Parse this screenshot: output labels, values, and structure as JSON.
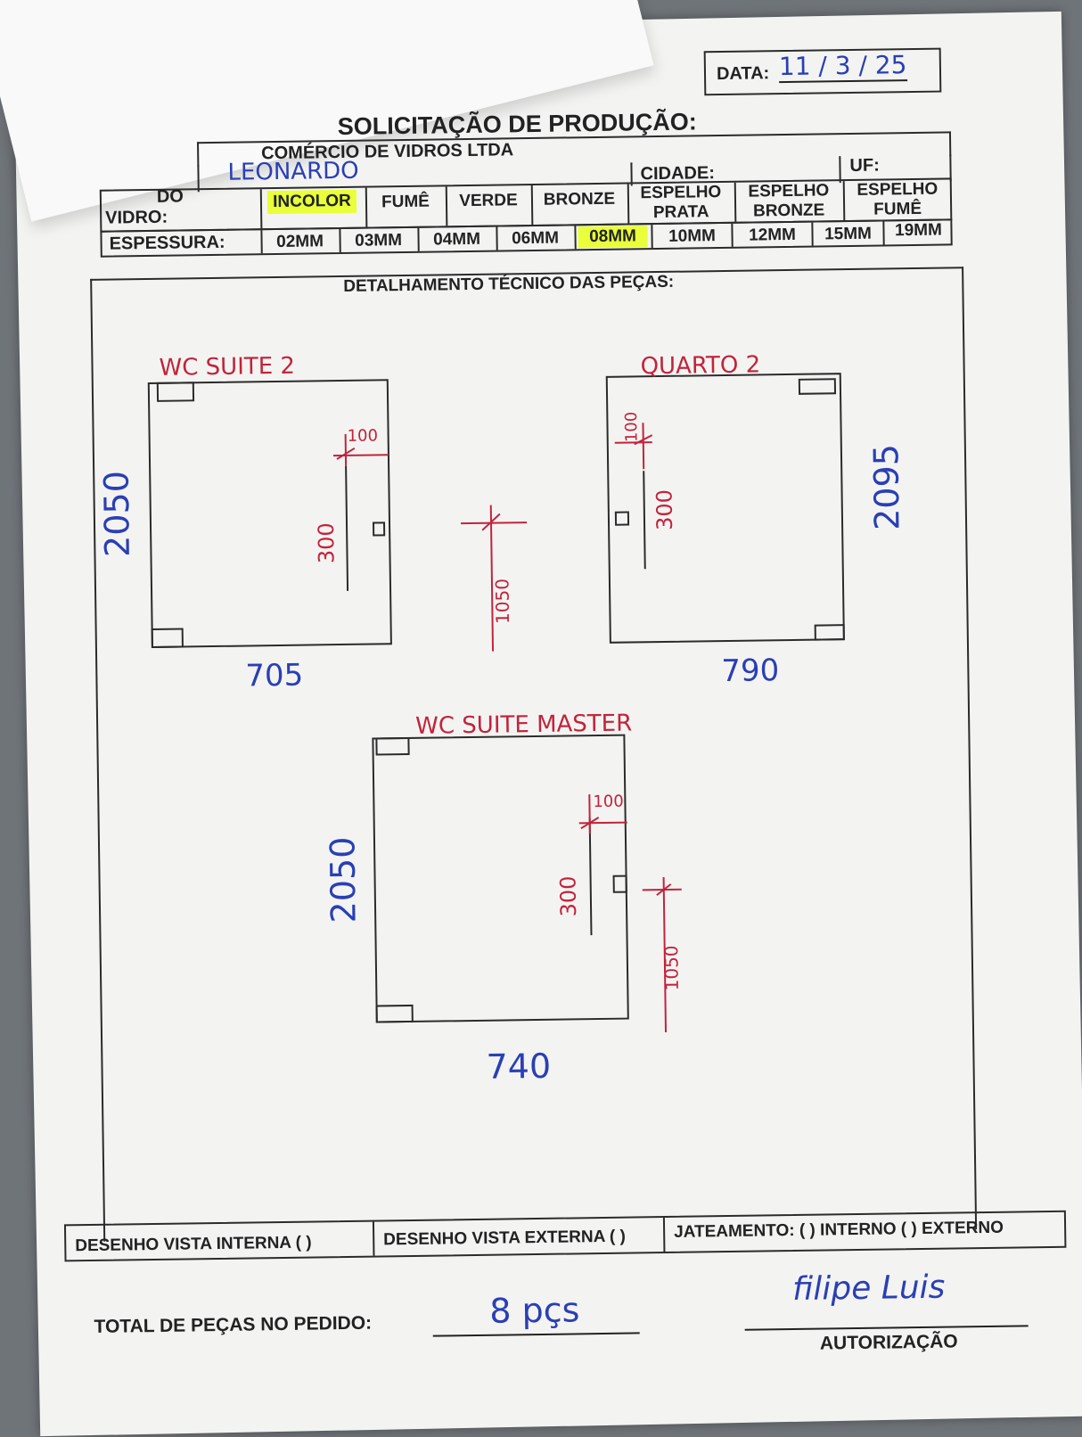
{
  "form": {
    "date_label": "DATA:",
    "date_value": "11 / 3 / 25",
    "title": "SOLICITAÇÃO DE PRODUÇÃO:",
    "company": "COMÉRCIO DE VIDROS LTDA",
    "client_name": "LEONARDO",
    "city_label": "CIDADE:",
    "uf_label": "UF:",
    "glass_label_top": "DO",
    "glass_label": "VIDRO:",
    "glass_options": [
      {
        "label": "INCOLOR",
        "selected": true
      },
      {
        "label": "FUMÊ",
        "selected": false
      },
      {
        "label": "VERDE",
        "selected": false
      },
      {
        "label": "BRONZE",
        "selected": false
      },
      {
        "label": "ESPELHO PRATA",
        "selected": false
      },
      {
        "label": "ESPELHO BRONZE",
        "selected": false
      },
      {
        "label": "ESPELHO FUMÊ",
        "selected": false
      }
    ],
    "thickness_label": "ESPESSURA:",
    "thickness_options": [
      {
        "label": "02MM",
        "selected": false
      },
      {
        "label": "03MM",
        "selected": false
      },
      {
        "label": "04MM",
        "selected": false
      },
      {
        "label": "06MM",
        "selected": false
      },
      {
        "label": "08MM",
        "selected": true
      },
      {
        "label": "10MM",
        "selected": false
      },
      {
        "label": "12MM",
        "selected": false
      },
      {
        "label": "15MM",
        "selected": false
      },
      {
        "label": "19MM",
        "selected": false
      }
    ],
    "detail_title": "DETALHAMENTO TÉCNICO DAS PEÇAS:",
    "footer": {
      "internal_view": "DESENHO VISTA INTERNA ( )",
      "external_view": "DESENHO VISTA EXTERNA ( )",
      "sandblast": "JATEAMENTO: ( ) INTERNO ( ) EXTERNO"
    },
    "total_label": "TOTAL DE PEÇAS NO PEDIDO:",
    "total_value": "8 pçs",
    "signature": "filipe Luis",
    "authorization_label": "AUTORIZAÇÃO"
  },
  "pieces": [
    {
      "name": "WC SUITE 2",
      "height": "2050",
      "width": "705",
      "hole_offset": "100",
      "hole_length": "300",
      "ext_height": "1050"
    },
    {
      "name": "QUARTO 2",
      "height": "2095",
      "width": "790",
      "hole_offset": "100",
      "hole_length": "300"
    },
    {
      "name": "WC SUITE MASTER",
      "height": "2050",
      "width": "740",
      "hole_offset": "100",
      "hole_length": "300",
      "ext_height": "1050"
    }
  ],
  "colors": {
    "highlight": "#e8ff3a",
    "ink_blue": "#2a3fb5",
    "ink_red": "#c2233b"
  }
}
